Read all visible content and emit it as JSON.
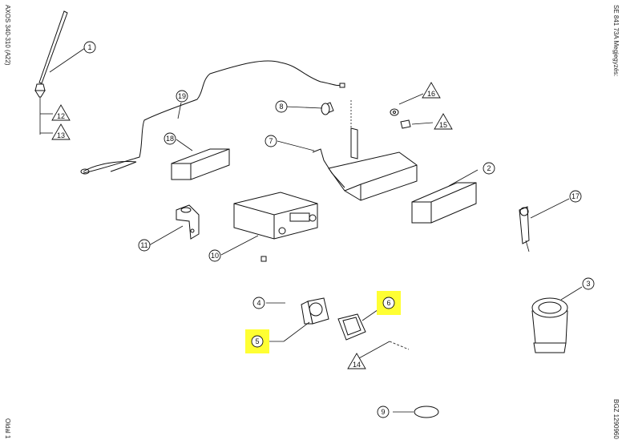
{
  "side_labels": {
    "left_top": "AXOS 340-310 (A22)",
    "left_bottom": "Oldal 1",
    "right_top": "SE 841 73A  Megjegyzés:",
    "right_bottom": "BGZ 1290960"
  },
  "callouts": [
    {
      "id": "c1",
      "label": "1",
      "shape": "circle"
    },
    {
      "id": "c2",
      "label": "2",
      "shape": "circle"
    },
    {
      "id": "c3",
      "label": "3",
      "shape": "circle"
    },
    {
      "id": "c4",
      "label": "4",
      "shape": "circle"
    },
    {
      "id": "c5",
      "label": "5",
      "shape": "circle",
      "highlighted": true
    },
    {
      "id": "c6",
      "label": "6",
      "shape": "circle",
      "highlighted": true
    },
    {
      "id": "c7",
      "label": "7",
      "shape": "circle"
    },
    {
      "id": "c8",
      "label": "8",
      "shape": "circle"
    },
    {
      "id": "c9",
      "label": "9",
      "shape": "circle"
    },
    {
      "id": "c10",
      "label": "10",
      "shape": "circle"
    },
    {
      "id": "c11",
      "label": "11",
      "shape": "circle"
    },
    {
      "id": "c12",
      "label": "12",
      "shape": "triangle"
    },
    {
      "id": "c13",
      "label": "13",
      "shape": "triangle"
    },
    {
      "id": "c14",
      "label": "14",
      "shape": "triangle"
    },
    {
      "id": "c15",
      "label": "15",
      "shape": "triangle"
    },
    {
      "id": "c16",
      "label": "16",
      "shape": "triangle"
    },
    {
      "id": "c17",
      "label": "17",
      "shape": "circle"
    },
    {
      "id": "c18",
      "label": "18",
      "shape": "circle"
    },
    {
      "id": "c19",
      "label": "19",
      "shape": "circle"
    }
  ],
  "highlight_color": "#ffff33"
}
